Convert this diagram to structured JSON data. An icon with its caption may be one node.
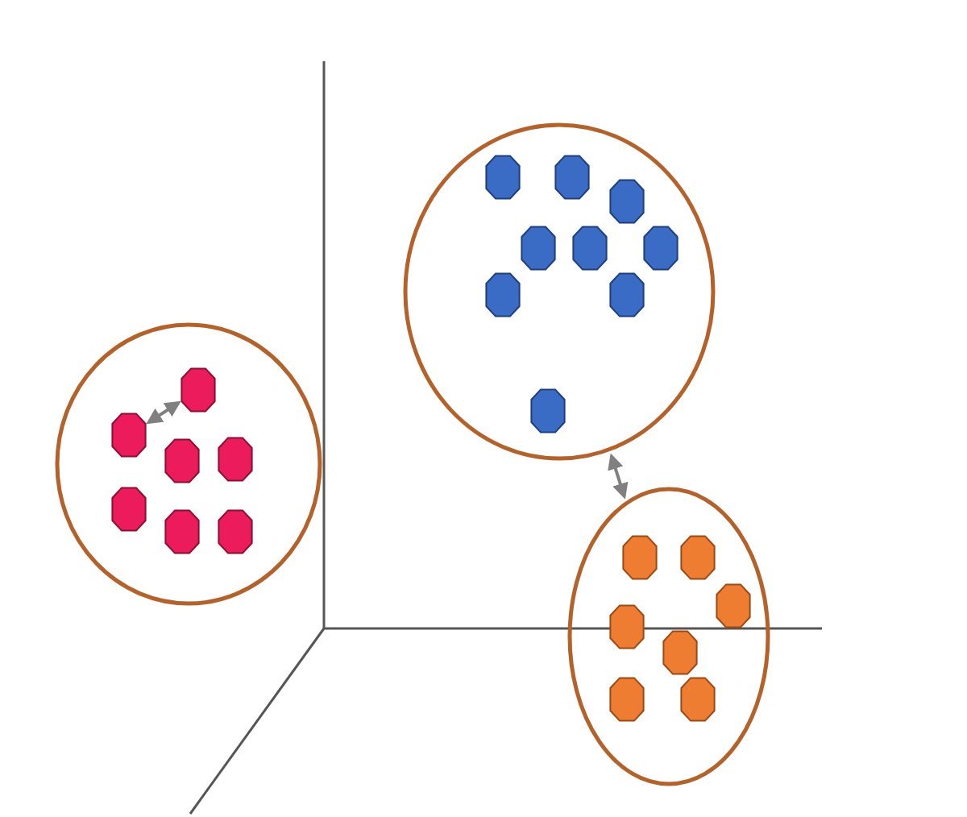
{
  "diagram": {
    "nodes": [
      {
        "text": [],
        "shape": "circle"
      },
      {
        "text": [],
        "shape": "octagon",
        "in": 0
      },
      {
        "text": [],
        "shape": "octagon",
        "in": 0
      },
      {
        "text": [],
        "shape": "octagon",
        "in": 0
      },
      {
        "text": [],
        "shape": "octagon",
        "in": 0
      },
      {
        "text": [],
        "shape": "octagon",
        "in": 0
      },
      {
        "text": [],
        "shape": "octagon",
        "in": 0
      },
      {
        "text": [],
        "shape": "octagon",
        "in": 0
      },
      {
        "text": [],
        "shape": "circle"
      },
      {
        "text": [],
        "shape": "octagon",
        "in": 8
      },
      {
        "text": [],
        "shape": "octagon",
        "in": 8
      },
      {
        "text": [],
        "shape": "octagon",
        "in": 8
      },
      {
        "text": [],
        "shape": "octagon",
        "in": 8
      },
      {
        "text": [],
        "shape": "octagon",
        "in": 8
      },
      {
        "text": [],
        "shape": "octagon",
        "in": 8
      },
      {
        "text": [],
        "shape": "octagon",
        "in": 8
      },
      {
        "text": [],
        "shape": "octagon",
        "in": 8
      },
      {
        "text": [],
        "shape": "octagon",
        "in": 8
      },
      {
        "text": [],
        "shape": "circle"
      },
      {
        "text": [],
        "shape": "octagon",
        "in": 18
      },
      {
        "text": [],
        "shape": "octagon",
        "in": 18
      },
      {
        "text": [],
        "shape": "octagon",
        "in": 18
      },
      {
        "text": [],
        "shape": "octagon",
        "in": 18
      },
      {
        "text": [],
        "shape": "octagon",
        "in": 18
      },
      {
        "text": [],
        "shape": "octagon",
        "in": 18
      },
      {
        "text": [],
        "shape": "octagon",
        "in": 18
      }
    ],
    "edges": [
      {
        "from": 2,
        "to": 1,
        "arrow": "both"
      },
      {
        "from": 8,
        "to": 18,
        "arrow": "both"
      }
    ]
  }
}
